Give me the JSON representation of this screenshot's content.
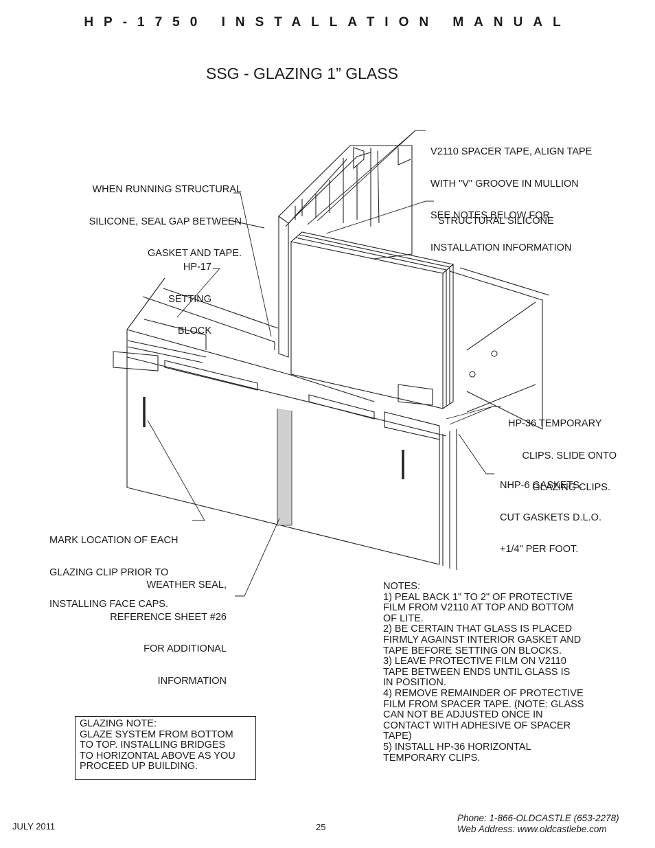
{
  "header": {
    "title": "HP-1750 INSTALLATION MANUAL"
  },
  "diagram": {
    "title": "SSG - GLAZING 1” GLASS"
  },
  "callouts": {
    "spacer_tape": [
      "V2110 SPACER TAPE, ALIGN TAPE",
      "WITH \"V\" GROOVE IN MULLION",
      "SEE NOTES BELOW FOR",
      "INSTALLATION INFORMATION"
    ],
    "structural_silicone": [
      "STRUCTURAL SILICONE"
    ],
    "running_silicone": [
      "WHEN RUNNING STRUCTURAL",
      "SILICONE, SEAL GAP BETWEEN",
      "GASKET AND TAPE."
    ],
    "setting_block": [
      "HP-17",
      "SETTING",
      "BLOCK"
    ],
    "temporary_clips": [
      "HP-36 TEMPORARY",
      "CLIPS. SLIDE ONTO",
      "GLAZING CLIPS."
    ],
    "gaskets": [
      "NHP-6 GASKETS.",
      "CUT GASKETS D.L.O.",
      "+1/4\" PER FOOT."
    ],
    "mark_location": [
      "MARK LOCATION OF EACH",
      "GLAZING CLIP PRIOR TO",
      "INSTALLING FACE CAPS."
    ],
    "weather_seal": [
      "WEATHER SEAL,",
      "REFERENCE SHEET #26",
      "FOR ADDITIONAL",
      "INFORMATION"
    ]
  },
  "notes": [
    "NOTES:",
    "1) PEAL BACK 1\" TO 2\" OF PROTECTIVE",
    "FILM FROM V2110 AT TOP AND BOTTOM",
    "OF LITE.",
    "2) BE CERTAIN THAT GLASS IS PLACED",
    "FIRMLY AGAINST INTERIOR GASKET AND",
    "TAPE BEFORE SETTING ON BLOCKS.",
    "3) LEAVE PROTECTIVE FILM ON V2110",
    "TAPE BETWEEN ENDS UNTIL GLASS IS",
    "IN POSITION.",
    "4) REMOVE REMAINDER OF PROTECTIVE",
    "FILM FROM SPACER TAPE. (NOTE: GLASS",
    "CAN NOT BE ADJUSTED ONCE IN",
    "CONTACT WITH ADHESIVE OF SPACER",
    "TAPE)",
    "5) INSTALL HP-36 HORIZONTAL",
    "TEMPORARY CLIPS."
  ],
  "glazing_note": [
    "GLAZING NOTE:",
    "GLAZE SYSTEM FROM BOTTOM",
    "TO TOP. INSTALLING BRIDGES",
    "TO HORIZONTAL ABOVE AS YOU",
    "PROCEED UP BUILDING."
  ],
  "footer": {
    "date": "JULY 2011",
    "page": "25",
    "phone": "Phone: 1-866-OLDCASTLE (653-2278)",
    "web": "Web Address: www.oldcastlebe.com"
  }
}
